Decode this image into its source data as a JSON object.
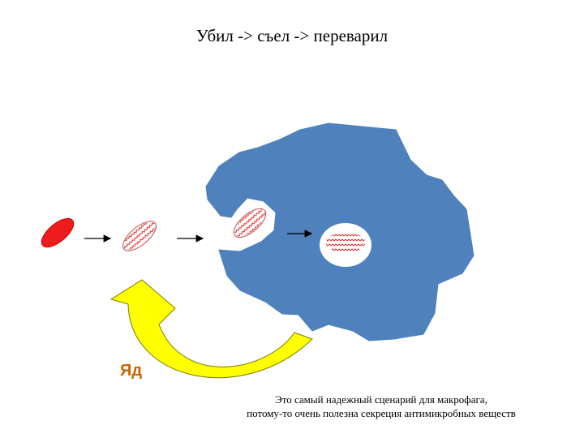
{
  "title": "Убил -> съел -> переварил",
  "poison_label": "Яд",
  "caption_line1": "Это самый надежный сценарий для макрофага,",
  "caption_line2": "потому-то очень полезна секреция антимикробных веществ",
  "colors": {
    "macrophage": "#4f81bd",
    "live_bacterium": "#ee1c1c",
    "killed_bacterium_stroke": "#e03030",
    "poison_arrow": "#ffff00",
    "poison_label": "#c86400"
  }
}
